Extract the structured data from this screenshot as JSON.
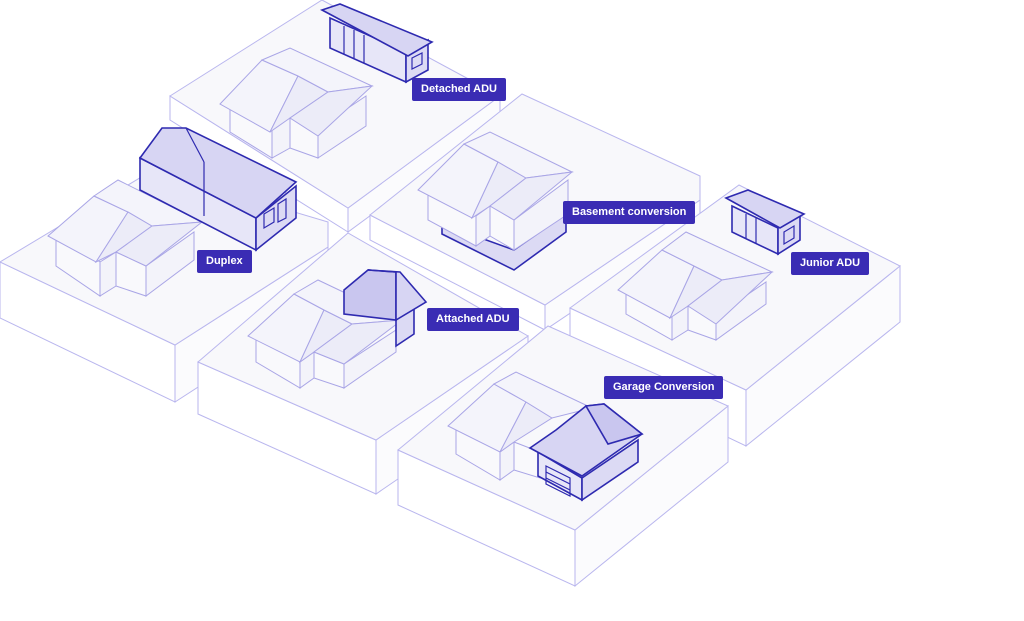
{
  "labels": {
    "detached_adu": "Detached ADU",
    "basement_conversion": "Basement conversion",
    "duplex": "Duplex",
    "junior_adu": "Junior ADU",
    "attached_adu": "Attached ADU",
    "garage_conversion": "Garage Conversion"
  },
  "colors": {
    "accent": "#3a2cb4",
    "adu_outline": "#2e2ab0",
    "outline_light": "#b9b6ee"
  }
}
